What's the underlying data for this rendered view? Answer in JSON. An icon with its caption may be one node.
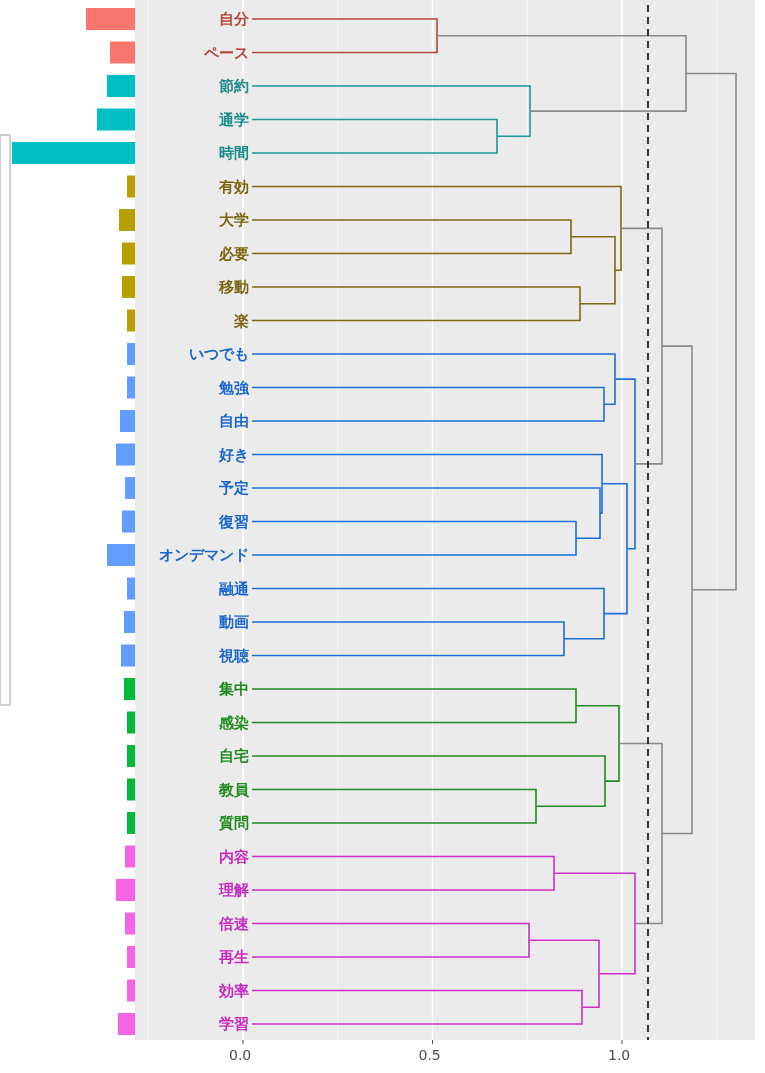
{
  "diagram": {
    "labels": [
      "自分",
      "ペース",
      "節約",
      "通学",
      "時間",
      "有効",
      "大学",
      "必要",
      "移動",
      "楽",
      "いつでも",
      "勉強",
      "自由",
      "好き",
      "予定",
      "復習",
      "オンデマンド",
      "融通",
      "動画",
      "視聴",
      "集中",
      "感染",
      "自宅",
      "教員",
      "質問",
      "内容",
      "理解",
      "倍速",
      "再生",
      "効率",
      "学習",
      "0.0",
      "0.5",
      "1.0"
    ]
  }
}
